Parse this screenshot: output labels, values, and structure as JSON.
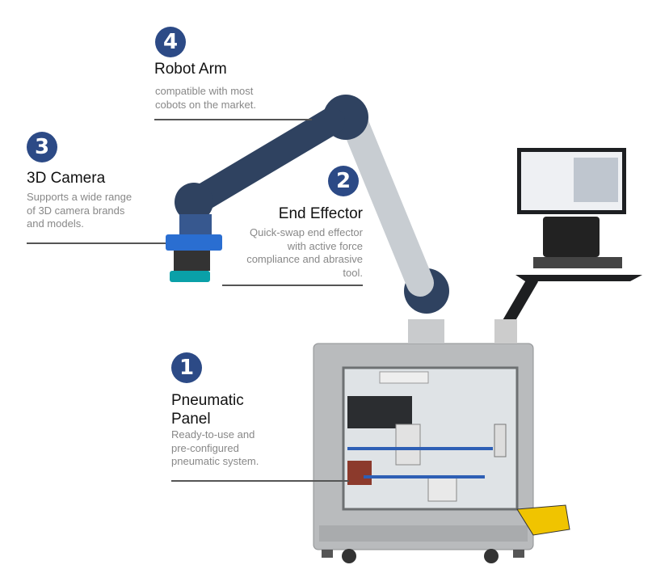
{
  "callouts": [
    {
      "number": "1",
      "title_line1": "Pneumatic",
      "title_line2": "Panel",
      "desc_lines": [
        "Ready-to-use and",
        "pre-configured",
        "pneumatic system."
      ]
    },
    {
      "number": "2",
      "title": "End Effector",
      "desc_lines": [
        "Quick-swap end effector",
        "with active force",
        "compliance and abrasive",
        "tool."
      ]
    },
    {
      "number": "3",
      "title": "3D Camera",
      "desc_lines": [
        "Supports a wide range",
        "of 3D camera brands",
        "and models."
      ]
    },
    {
      "number": "4",
      "title": "Robot Arm",
      "desc_lines": [
        "compatible with most",
        "cobots on the market."
      ]
    }
  ],
  "colors": {
    "badge": "#2c4a86",
    "arm": "#2f4260",
    "cabinet": "#b8babc"
  }
}
